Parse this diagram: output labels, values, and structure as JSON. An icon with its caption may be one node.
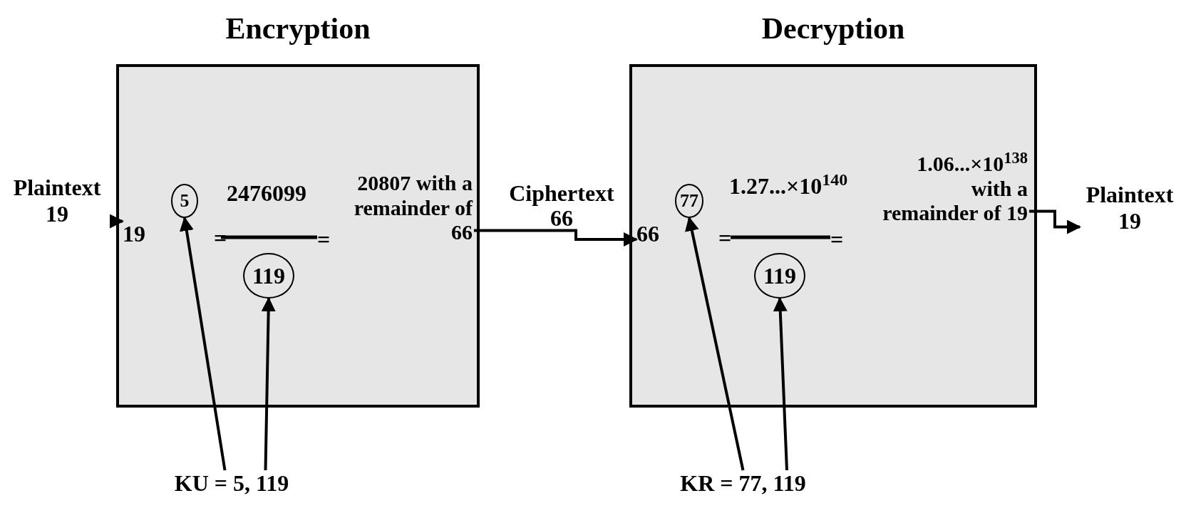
{
  "diagram": {
    "nodes": [
      {
        "text": [
          "Encryption"
        ]
      },
      {
        "text": [
          "Plaintext 19"
        ]
      },
      {
        "text": [
          "19"
        ],
        "in": 0
      },
      {
        "text": [
          "5"
        ],
        "in": 0
      },
      {
        "text": [
          "119"
        ],
        "in": 0
      },
      {
        "text": [
          "20807 with a remainder of 66"
        ],
        "in": 0
      },
      {
        "text": [
          "Decryption"
        ]
      },
      {
        "text": [
          "66"
        ],
        "in": 6
      },
      {
        "text": [
          "77"
        ],
        "in": 6
      },
      {
        "text": [
          "119"
        ],
        "in": 6
      },
      {
        "text": [
          "1.06...×10$^{138}$ with a remainder of 19"
        ],
        "in": 6
      },
      {
        "text": [
          "Plaintext 19"
        ]
      },
      {
        "text": [
          "KU = 5, 119"
        ]
      },
      {
        "text": [
          "KR = 77, 119"
        ]
      }
    ],
    "edges": [
      {
        "from": 1,
        "to": 2,
        "arrow": "to"
      },
      {
        "from": 5,
        "to": 7,
        "arrow": "to",
        "label": "Ciphertext 66"
      },
      {
        "from": 10,
        "to": 11,
        "arrow": "to"
      },
      {
        "from": 12,
        "to": 3,
        "arrow": "to"
      },
      {
        "from": 12,
        "to": 4,
        "arrow": "to"
      },
      {
        "from": 13,
        "to": 8,
        "arrow": "to"
      },
      {
        "from": 13,
        "to": 9,
        "arrow": "to"
      }
    ],
    "labels": [
      "=",
      "2476099",
      "=",
      "=",
      "1.27...×10$^{140}$",
      "="
    ]
  }
}
